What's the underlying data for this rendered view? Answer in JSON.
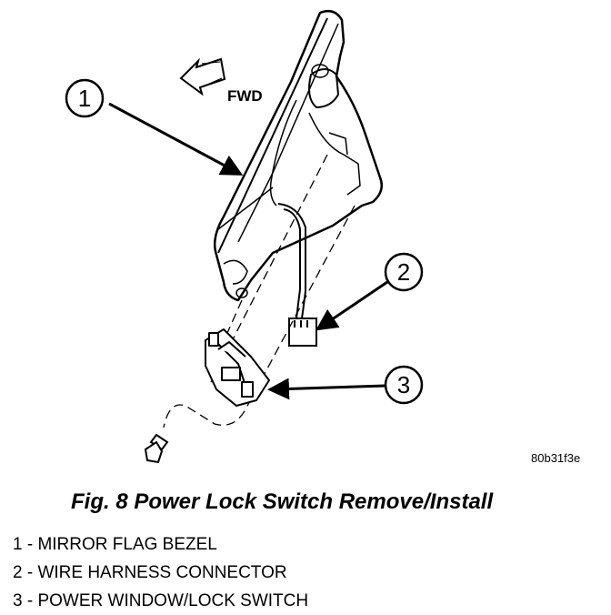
{
  "figure": {
    "direction_label": "FWD",
    "image_code": "80b31f3e",
    "callouts": [
      "1",
      "2",
      "3"
    ]
  },
  "caption": "Fig. 8 Power Lock Switch Remove/Install",
  "legend": [
    "1 - MIRROR FLAG BEZEL",
    "2 - WIRE HARNESS CONNECTOR",
    "3 - POWER WINDOW/LOCK SWITCH"
  ]
}
